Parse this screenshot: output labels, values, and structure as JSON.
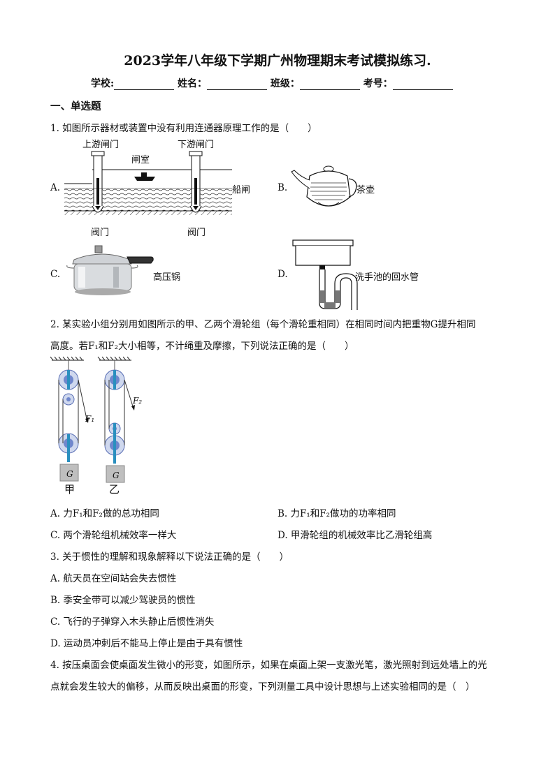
{
  "title": "2023学年八年级下学期广州物理期末考试模拟练习.",
  "info": {
    "school": "学校:",
    "name": "姓名：",
    "class": "班级：",
    "number": "考号："
  },
  "section1": "一、单选题",
  "q1": {
    "stem": "1. 如图所示器材或装置中没有利用连通器原理工作的是（　　）",
    "a_letter": "A.",
    "b_letter": "B.",
    "c_letter": "C.",
    "d_letter": "D.",
    "lock_upper": "上游闸门",
    "lock_chamber": "闸室",
    "lock_lower": "下游闸门",
    "lock_valve1": "阀门",
    "lock_valve2": "阀门",
    "lock_name": "船闸",
    "teapot": "茶壶",
    "cooker": "高压锅",
    "sink": "洗手池的回水管"
  },
  "q2": {
    "stem_line1": "2. 某实验小组分别用如图所示的甲、乙两个滑轮组（每个滑轮重相同）在相同时间内把重物G提升相同",
    "stem_line2": "高度。若F₁和F₂大小相等，不计绳重及摩擦，下列说法正确的是（　　）",
    "label_jia": "甲",
    "label_yi": "乙",
    "weight_label": "G",
    "f1": "F₁",
    "f2": "F₂",
    "a": "A. 力F₁和F₂做的总功相同",
    "b": "B. 力F₁和F₂做功的功率相同",
    "c": "C. 两个滑轮组机械效率一样大",
    "d": "D. 甲滑轮组的机械效率比乙滑轮组高"
  },
  "q3": {
    "stem": "3. 关于惯性的理解和现象解释以下说法正确的是（　　）",
    "a": "A. 航天员在空间站会失去惯性",
    "b": "B. 季安全带可以减少驾驶员的惯性",
    "c": "C. 飞行的子弹穿入木头静止后惯性消失",
    "d": "D. 运动员冲刺后不能马上停止是由于具有惯性"
  },
  "q4": {
    "stem_line1": "4. 按压桌面会使桌面发生微小的形变，如图所示，如果在桌面上架一支激光笔，激光照射到远处墙上的光",
    "stem_line2": "点就会发生较大的偏移，从而反映出桌面的形变，下列测量工具中设计思想与上述实验相同的是（　）"
  }
}
